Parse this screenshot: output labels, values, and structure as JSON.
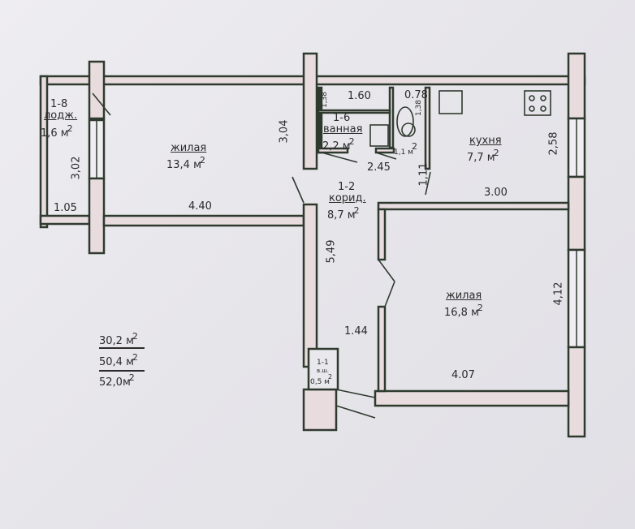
{
  "plan": {
    "type": "apartment-floor-plan",
    "unit": "м",
    "area_unit": "м²",
    "rooms": [
      {
        "id": "1-8",
        "name": "лодж.",
        "area": "1,6",
        "dims": [
          "3,02",
          "1.05"
        ]
      },
      {
        "id": "",
        "name": "жилая",
        "area": "13,4",
        "dims": [
          "3,04",
          "4.40"
        ]
      },
      {
        "id": "1-6",
        "name": "ванная",
        "area": "2,2",
        "dims": [
          "1.60",
          "1,38"
        ]
      },
      {
        "id": "",
        "name": "",
        "area": "1,1",
        "dims": [
          "0.78",
          "1,38"
        ]
      },
      {
        "id": "",
        "name": "кухня",
        "area": "7,7",
        "dims": [
          "2,58",
          "3.00"
        ]
      },
      {
        "id": "1-2",
        "name": "корид.",
        "area": "8,7",
        "dims": [
          "5,49",
          "2.45",
          "1,11",
          "1.44"
        ]
      },
      {
        "id": "",
        "name": "жилая",
        "area": "16,8",
        "dims": [
          "4,12",
          "4.07"
        ]
      },
      {
        "id": "1-1",
        "name": "в.ш.",
        "area": "0,5",
        "dims": []
      }
    ],
    "labels": {
      "loggia_id": "1-8",
      "loggia_name": "лодж.",
      "loggia_area": "1,6  м",
      "loggia_h": "3,02",
      "loggia_w": "1.05",
      "living1_name": "жилая",
      "living1_area": "13,4 м",
      "living1_h": "3,04",
      "living1_w": "4.40",
      "bath_w": "1.60",
      "bath_h": "1,38",
      "bath_id": "1-6",
      "bath_name": "ванная",
      "bath_area": "2,2  м",
      "wc_w": "0.78",
      "wc_h": "1,38",
      "wc_area": "1,1  м",
      "bath_corr_w": "2.45",
      "kitchen_name": "кухня",
      "kitchen_area": "7,7  м",
      "kitchen_h": "2,58",
      "kitchen_w": "3.00",
      "kitchen_door": "1,11",
      "corr_id": "1-2",
      "corr_name": "корид.",
      "corr_area": "8,7  м",
      "corr_h": "5,49",
      "corr_w": "1.44",
      "living2_name": "жилая",
      "living2_area": "16,8 м",
      "living2_h": "4,12",
      "living2_w": "4.07",
      "closet_id": "1-1",
      "closet_name": "в.ш.",
      "closet_area": "0,5  м",
      "sup": "2"
    },
    "totals": {
      "living": "30,2 м",
      "total": "50,4 м",
      "total_with_loggia": "52,0м"
    },
    "colors": {
      "wall_line": "#2f3a2f",
      "wall_fill": "#e8d9dc",
      "paper": "#e9e8ec"
    }
  }
}
